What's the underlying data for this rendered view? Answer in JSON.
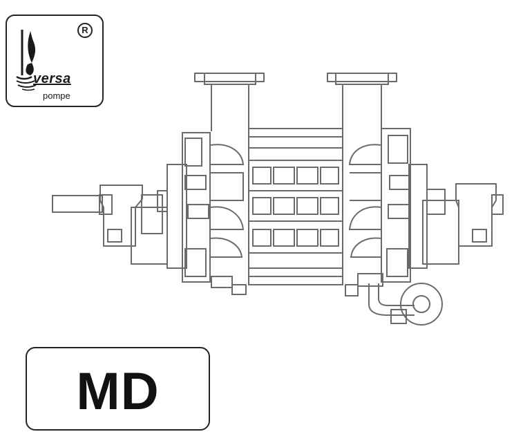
{
  "brand": {
    "name": "versa",
    "subtitle": "pompe",
    "registered_mark": "R"
  },
  "model": {
    "label": "MD"
  },
  "drawing": {
    "subject": "multistage-centrifugal-pump-side-view",
    "line_color": "#6a6a6a"
  }
}
